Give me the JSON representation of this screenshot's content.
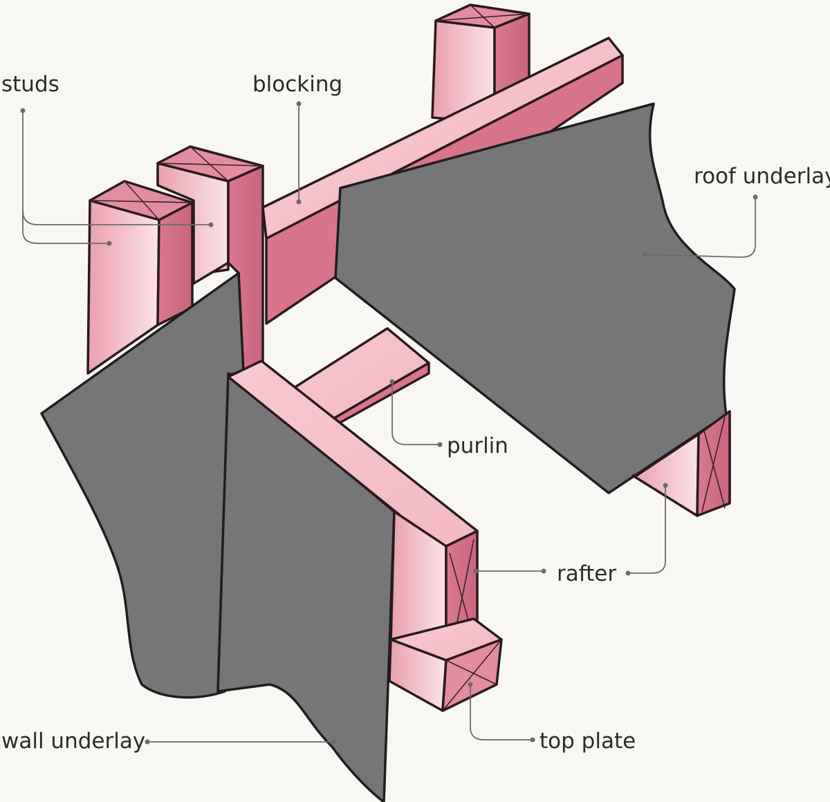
{
  "labels": {
    "studs": "studs",
    "blocking": "blocking",
    "roof_underlay": "roof underlay",
    "purlin": "purlin",
    "rafter": "rafter",
    "wall_underlay": "wall underlay",
    "top_plate": "top plate"
  },
  "colors": {
    "background": "#f8f7f3",
    "timber_light": "#f6c3cb",
    "timber_mid": "#ea9fae",
    "timber_dark": "#d26d85",
    "underlay": "#767577",
    "outline": "#222222",
    "leader": "#6a6a6a"
  }
}
